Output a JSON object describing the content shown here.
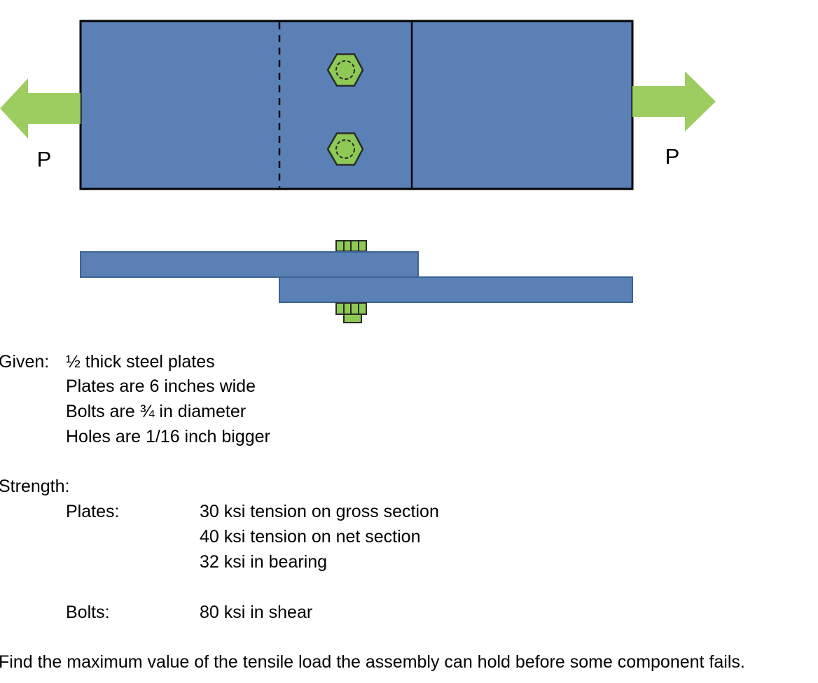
{
  "diagram": {
    "load_label_left": "P",
    "load_label_right": "P",
    "colors": {
      "plate_fill": "#5a80b6",
      "plate_outline": "#000000",
      "side_plate_outline": "#3d6395",
      "arrow_fill": "#9dcd60",
      "bolt_fill": "#8ec956",
      "bolt_outline": "#2b2b2b"
    }
  },
  "given": {
    "heading": "Given:",
    "items": [
      "½ thick steel plates",
      "Plates are 6 inches wide",
      "Bolts are ¾ in diameter",
      "Holes are 1/16 inch bigger"
    ]
  },
  "strength": {
    "heading": "Strength:",
    "plates_label": "Plates:",
    "plates_values": [
      "30 ksi tension on gross section",
      "40 ksi tension on net section",
      "32 ksi in bearing"
    ],
    "bolts_label": "Bolts:",
    "bolts_value": "80 ksi in shear"
  },
  "question": "Find the maximum value of the tensile load the assembly can hold before some component fails."
}
